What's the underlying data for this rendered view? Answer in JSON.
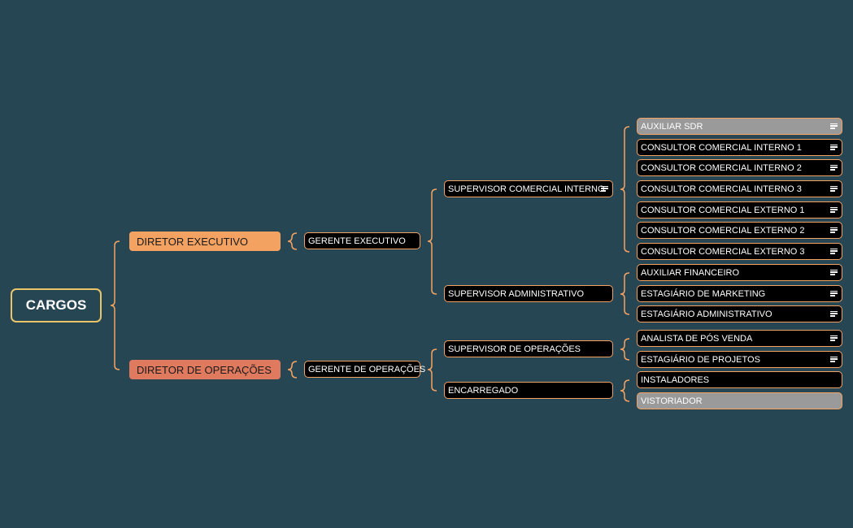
{
  "colors": {
    "background": "#264653",
    "root_border": "#e9c46a",
    "director_executive": "#f4a261",
    "director_operations": "#e07a5f",
    "node_border": "#f4a261",
    "node_fill": "#000000",
    "node_grey": "#9a9a9a",
    "connector": "#f4a261"
  },
  "root": {
    "label": "CARGOS"
  },
  "directors": [
    {
      "label": "DIRETOR EXECUTIVO"
    },
    {
      "label": "DIRETOR DE OPERAÇÕES"
    }
  ],
  "managers": [
    {
      "label": "GERENTE EXECUTIVO"
    },
    {
      "label": "GERENTE DE OPERAÇÕES"
    }
  ],
  "supervisors": [
    {
      "label": "SUPERVISOR COMERCIAL INTERNO",
      "note_icon": "note-icon"
    },
    {
      "label": "SUPERVISOR ADMINISTRATIVO"
    },
    {
      "label": "SUPERVISOR DE OPERAÇÕES"
    },
    {
      "label": "ENCARREGADO"
    }
  ],
  "staff": [
    {
      "label": "AUXILIAR SDR",
      "note_icon": "note-icon"
    },
    {
      "label": "CONSULTOR COMERCIAL INTERNO 1",
      "note_icon": "note-icon"
    },
    {
      "label": "CONSULTOR COMERCIAL INTERNO 2",
      "note_icon": "note-icon"
    },
    {
      "label": "CONSULTOR COMERCIAL INTERNO 3",
      "note_icon": "note-icon"
    },
    {
      "label": "CONSULTOR COMERCIAL EXTERNO 1",
      "note_icon": "note-icon"
    },
    {
      "label": "CONSULTOR COMERCIAL EXTERNO 2",
      "note_icon": "note-icon"
    },
    {
      "label": "CONSULTOR COMERCIAL EXTERNO 3",
      "note_icon": "note-icon"
    },
    {
      "label": "AUXILIAR FINANCEIRO",
      "note_icon": "note-icon"
    },
    {
      "label": "ESTAGIÁRIO DE MARKETING",
      "note_icon": "note-icon"
    },
    {
      "label": "ESTAGIÁRIO ADMINISTRATIVO",
      "note_icon": "note-icon"
    },
    {
      "label": "ANALISTA DE PÓS VENDA",
      "note_icon": "note-icon"
    },
    {
      "label": "ESTAGIÁRIO DE PROJETOS",
      "note_icon": "note-icon"
    },
    {
      "label": "INSTALADORES"
    },
    {
      "label": "VISTORIADOR"
    }
  ]
}
